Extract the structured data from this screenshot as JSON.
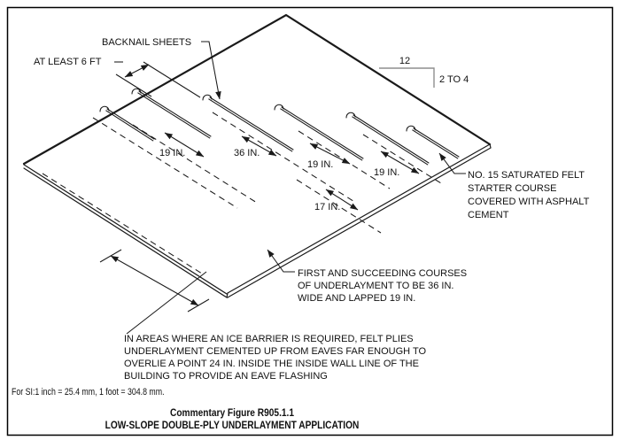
{
  "figure": {
    "annotations": {
      "backnail_label": "BACKNAIL SHEETS",
      "at_least_label": "AT LEAST 6 FT",
      "slope_run": "12",
      "slope_rise": "2 TO 4",
      "dims": {
        "lap1": "19 IN.",
        "course_width": "36 IN.",
        "lap2": "19 IN.",
        "lap3": "19 IN.",
        "exposure": "17 IN."
      },
      "starter_note": {
        "lines": [
          "NO. 15 SATURATED FELT",
          "STARTER COURSE",
          "COVERED WITH ASPHALT",
          "CEMENT"
        ]
      },
      "courses_note": {
        "lines": [
          "FIRST AND SUCCEEDING COURSES",
          "OF UNDERLAYMENT TO BE 36 IN.",
          "WIDE AND LAPPED 19 IN."
        ]
      },
      "ice_barrier_note": {
        "lines": [
          "IN AREAS WHERE AN ICE BARRIER IS REQUIRED, FELT PLIES",
          "UNDERLAYMENT CEMENTED UP FROM EAVES FAR ENOUGH TO",
          "OVERLIE A POINT 24 IN. INSIDE THE INSIDE WALL LINE OF THE",
          "BUILDING TO PROVIDE AN EAVE FLASHING"
        ]
      }
    },
    "si_note": "For SI:1 inch = 25.4 mm, 1 foot = 304.8 mm.",
    "caption": {
      "line1": "Commentary Figure R905.1.1",
      "line2": "LOW-SLOPE DOUBLE-PLY UNDERLAYMENT APPLICATION"
    },
    "colors": {
      "line": "#1a1a1a",
      "slope_symbol": "#8e8e8e",
      "background": "#ffffff"
    }
  }
}
